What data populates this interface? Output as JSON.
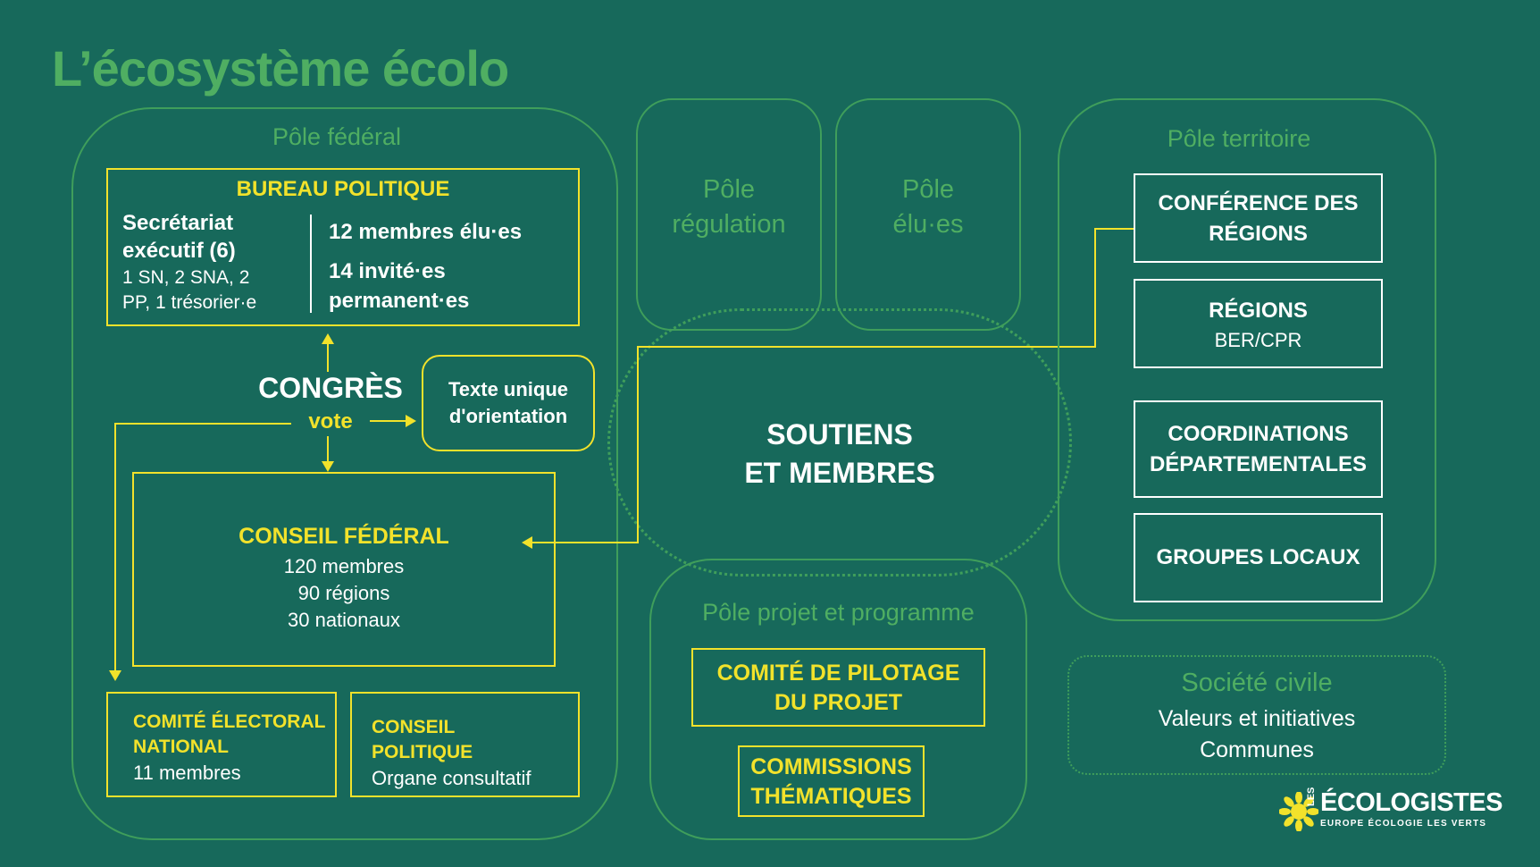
{
  "title": "L’écosystème écolo",
  "federal": {
    "label": "Pôle fédéral",
    "bureau": {
      "title": "BUREAU POLITIQUE",
      "secretariat_title_1": "Secrétariat",
      "secretariat_title_2": "exécutif (6)",
      "secretariat_detail_1": "1 SN, 2 SNA, 2",
      "secretariat_detail_2": "PP, 1 trésorier·e",
      "members": "12 membres élu·es",
      "invited_1": "14 invité·es",
      "invited_2": "permanent·es"
    },
    "congres": "CONGRÈS",
    "vote": "vote",
    "texte_1": "Texte unique",
    "texte_2": "d'orientation",
    "conseil_federal": {
      "title": "CONSEIL FÉDÉRAL",
      "line1": "120 membres",
      "line2": "90 régions",
      "line3": "30 nationaux"
    },
    "comite_electoral": {
      "title_1": "COMITÉ ÉLECTORAL",
      "title_2": "NATIONAL",
      "detail": "11 membres"
    },
    "conseil_politique": {
      "title_1": "CONSEIL",
      "title_2": "POLITIQUE",
      "detail": "Organe consultatif"
    }
  },
  "regulation": {
    "line1": "Pôle",
    "line2": "régulation"
  },
  "elues": {
    "line1": "Pôle",
    "line2": "élu·es"
  },
  "center": {
    "line1": "SOUTIENS",
    "line2": "ET MEMBRES"
  },
  "territoire": {
    "label": "Pôle territoire",
    "conference_1": "CONFÉRENCE DES",
    "conference_2": "RÉGIONS",
    "regions_title": "RÉGIONS",
    "regions_detail": "BER/CPR",
    "coord_1": "COORDINATIONS",
    "coord_2": "DÉPARTEMENTALES",
    "groupes": "GROUPES LOCAUX"
  },
  "projet": {
    "label": "Pôle projet et programme",
    "comite_1": "COMITÉ DE PILOTAGE",
    "comite_2": "DU PROJET",
    "commissions_1": "COMMISSIONS",
    "commissions_2": "THÉMATIQUES"
  },
  "societe": {
    "label": "Société civile",
    "line1": "Valeurs et initiatives",
    "line2": "Communes"
  },
  "logo": {
    "small": "LES",
    "main": "ÉCOLOGISTES",
    "sub": "EUROPE ÉCOLOGIE LES VERTS"
  },
  "colors": {
    "background": "#17695b",
    "accent_yellow": "#f2e22b",
    "pole_green": "#4fae62"
  }
}
